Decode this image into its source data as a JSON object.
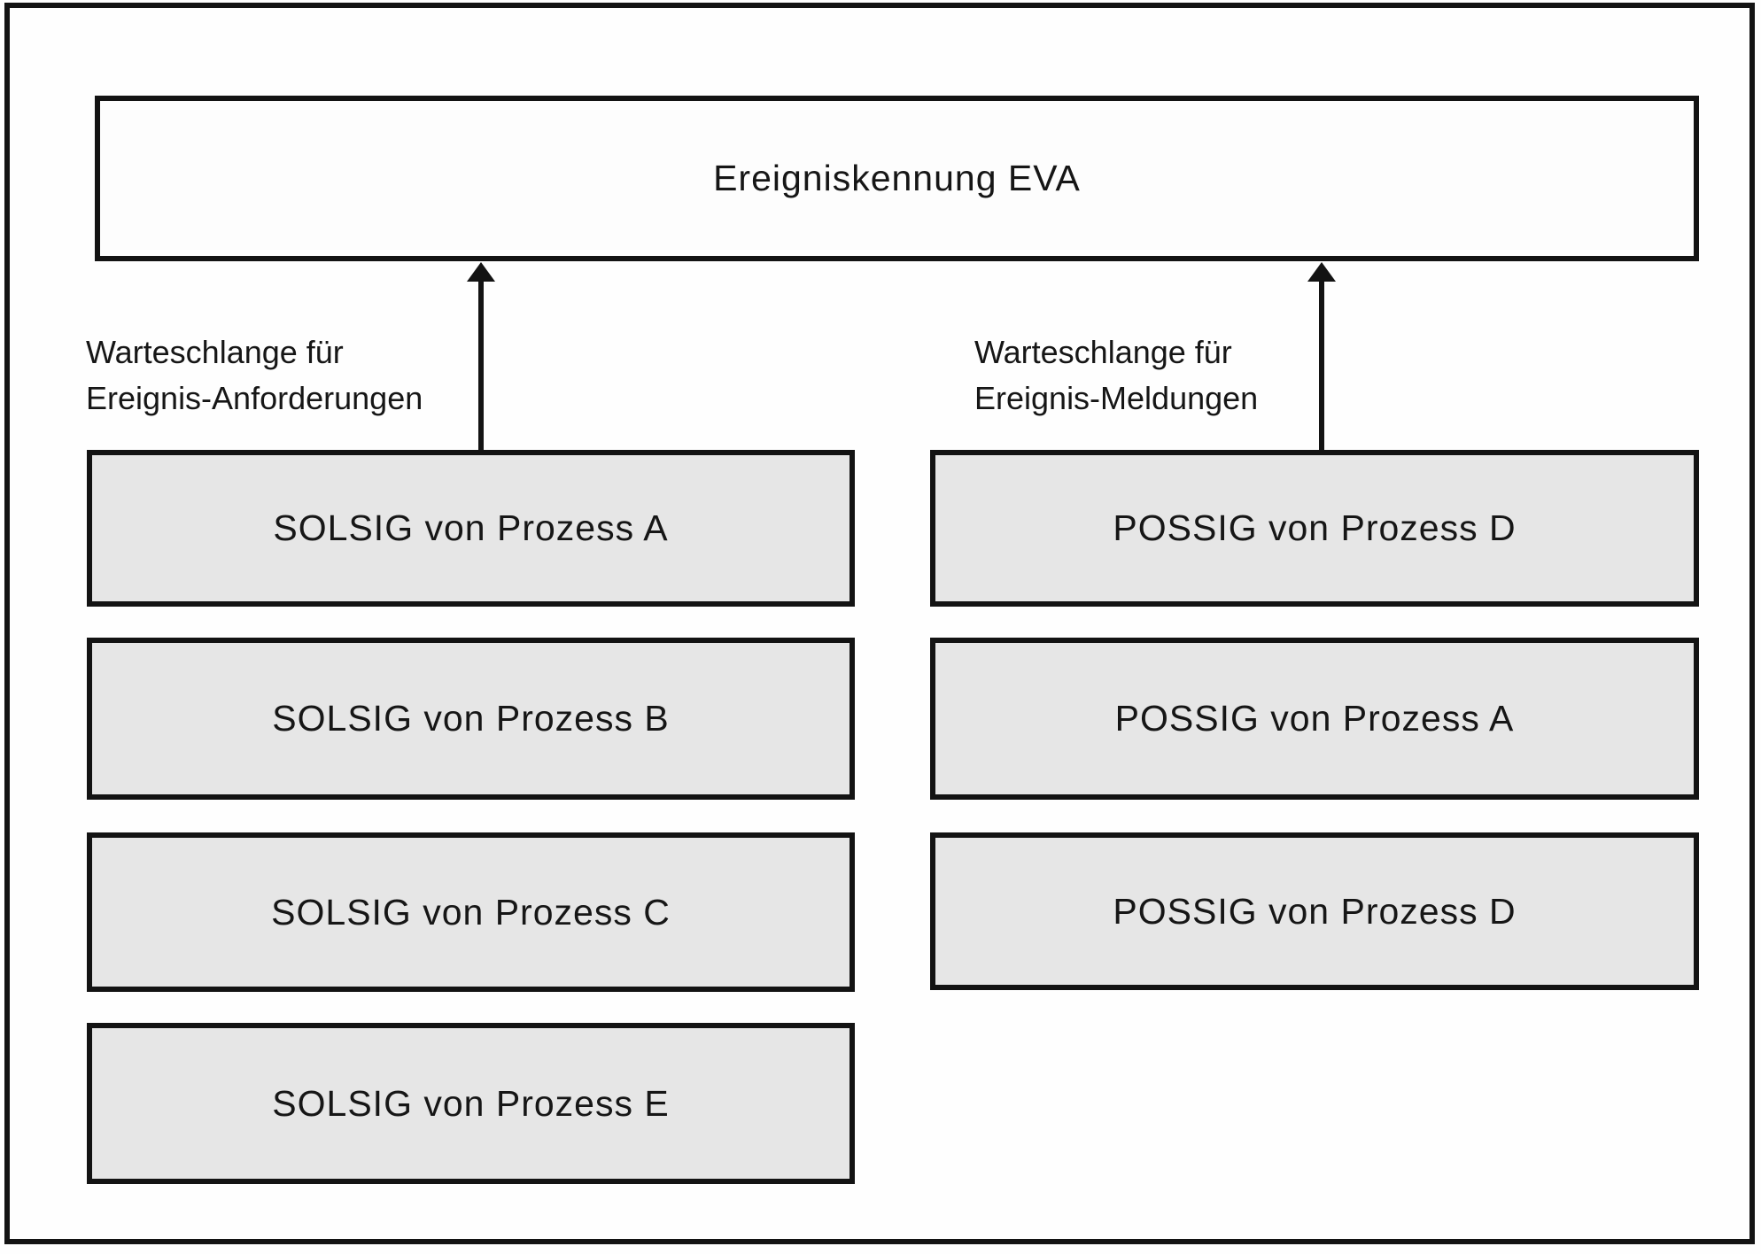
{
  "diagram": {
    "title": "Ereigniskennung EVA",
    "left_queue": {
      "label_line1": "Warteschlange für",
      "label_line2": "Ereignis-Anforderungen",
      "items": [
        "SOLSIG von Prozess A",
        "SOLSIG von Prozess B",
        "SOLSIG von Prozess C",
        "SOLSIG von Prozess E"
      ]
    },
    "right_queue": {
      "label_line1": "Warteschlange für",
      "label_line2": "Ereignis-Meldungen",
      "items": [
        "POSSIG von Prozess D",
        "POSSIG von Prozess A",
        "POSSIG von Prozess D"
      ]
    },
    "icons": {
      "left_arrow": "arrow-up-icon",
      "right_arrow": "arrow-up-icon"
    },
    "colors": {
      "box_fill": "#e6e6e6",
      "line": "#131313",
      "background": "#fefefe"
    }
  }
}
